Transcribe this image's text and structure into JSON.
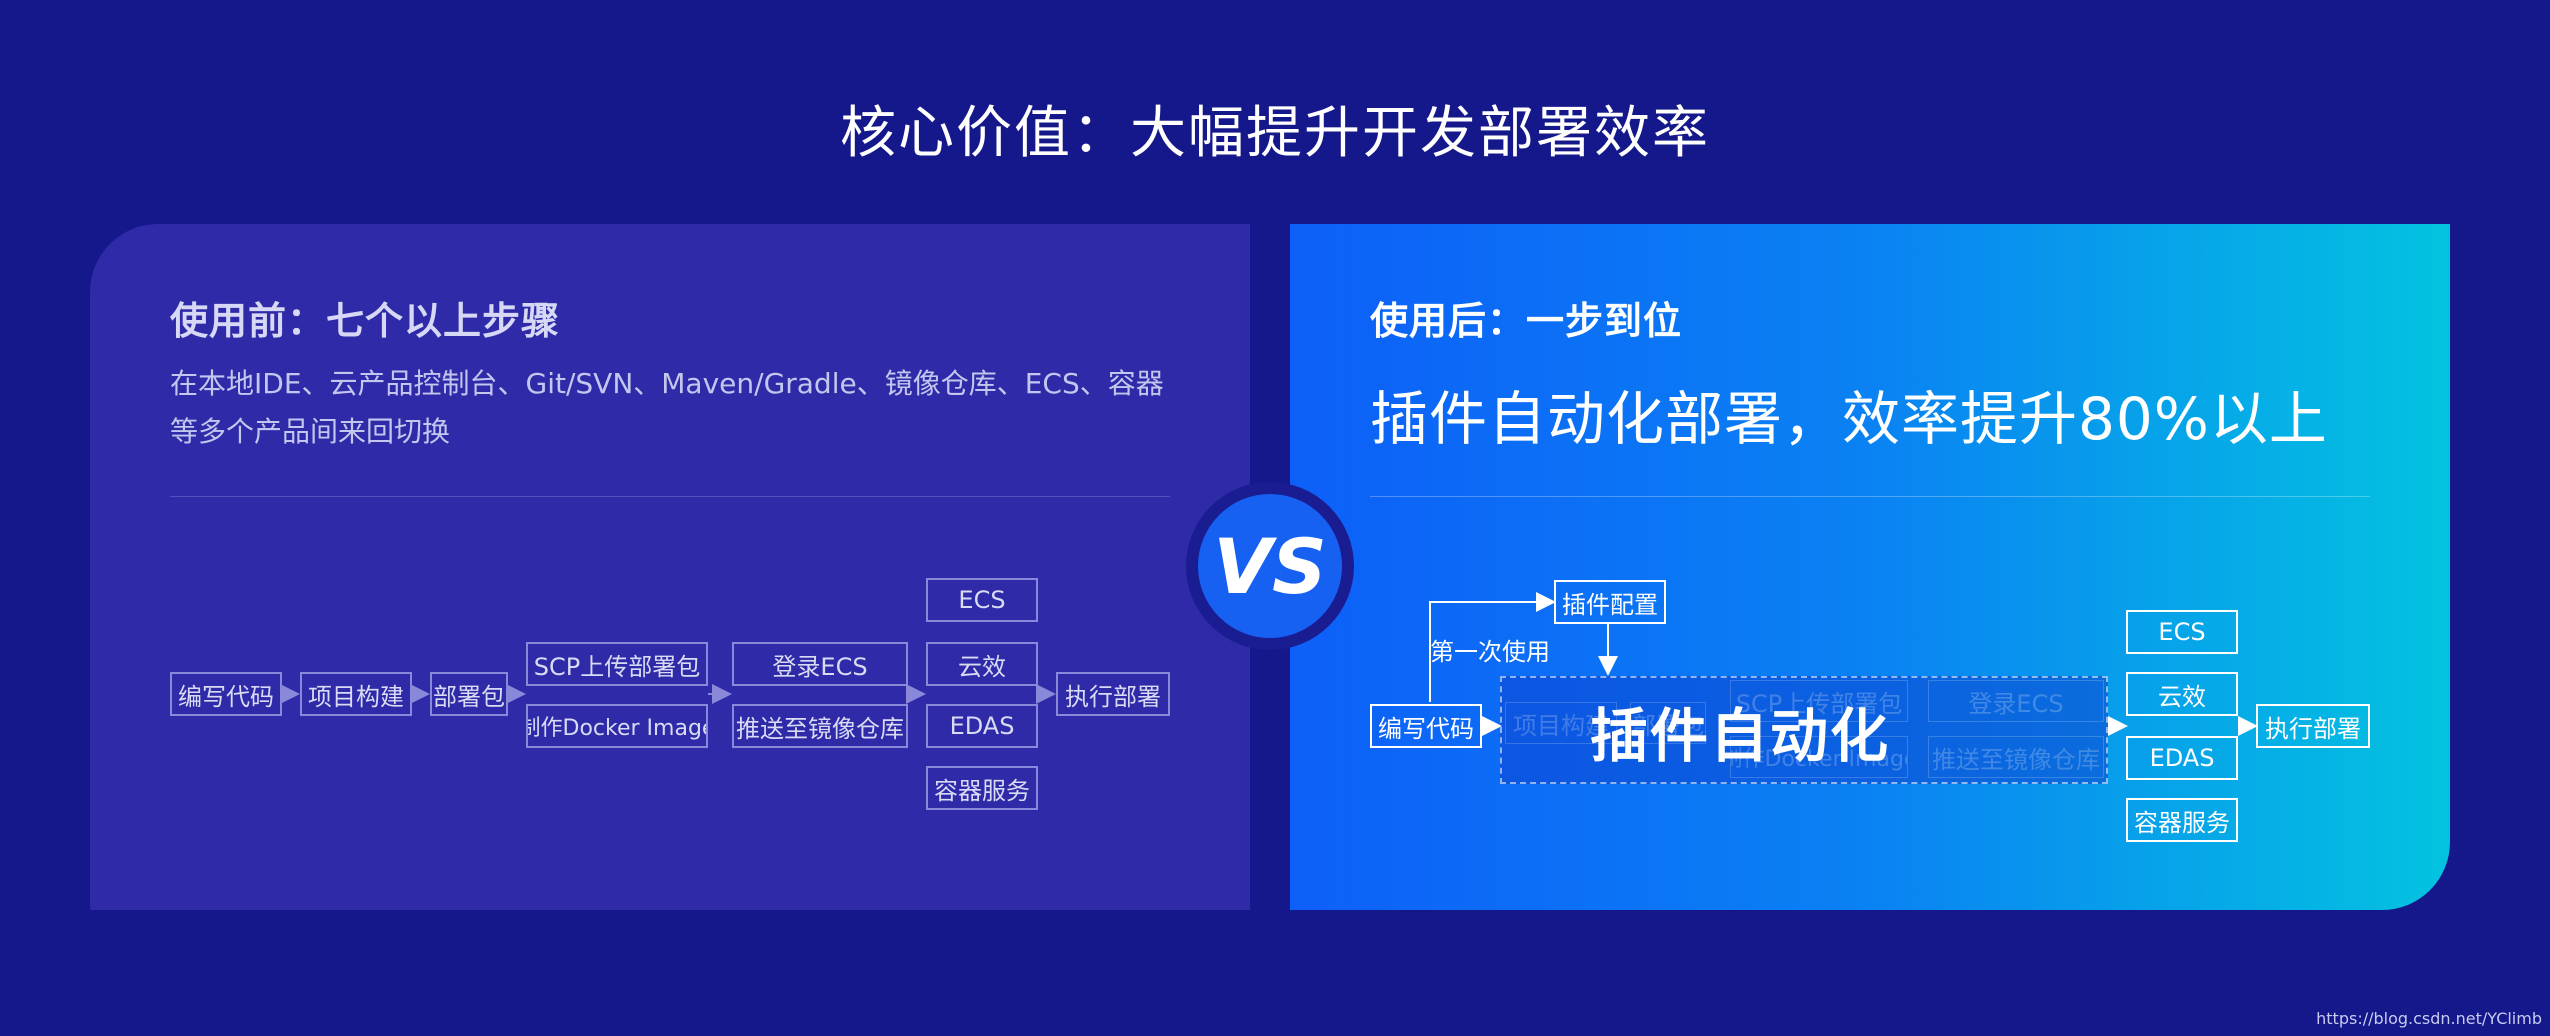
{
  "title": "核心价值：大幅提升开发部署效率",
  "left": {
    "heading": "使用前：七个以上步骤",
    "description": "在本地IDE、云产品控制台、Git/SVN、Maven/Gradle、镜像仓库、ECS、容器等多个产品间来回切换",
    "flow": {
      "write_code": "编写代码",
      "build": "项目构建",
      "package": "部署包",
      "scp_upload": "SCP上传部署包",
      "make_docker": "制作Docker Image",
      "login_ecs": "登录ECS",
      "push_registry": "推送至镜像仓库",
      "targets": [
        "ECS",
        "云效",
        "EDAS",
        "容器服务"
      ],
      "execute": "执行部署"
    }
  },
  "vs_label": "VS",
  "right": {
    "heading": "使用后：一步到位",
    "tagline": "插件自动化部署，效率提升80%以上",
    "flow": {
      "plugin_config": "插件配置",
      "first_use": "第一次使用",
      "write_code": "编写代码",
      "automation_label": "插件自动化",
      "ghost_steps": [
        "项目构建",
        "部署包",
        "SCP上传部署包",
        "制作Docker Image",
        "登录ECS",
        "推送至镜像仓库"
      ],
      "targets": [
        "ECS",
        "云效",
        "EDAS",
        "容器服务"
      ],
      "execute": "执行部署"
    }
  },
  "watermark": "https://blog.csdn.net/YClimb"
}
